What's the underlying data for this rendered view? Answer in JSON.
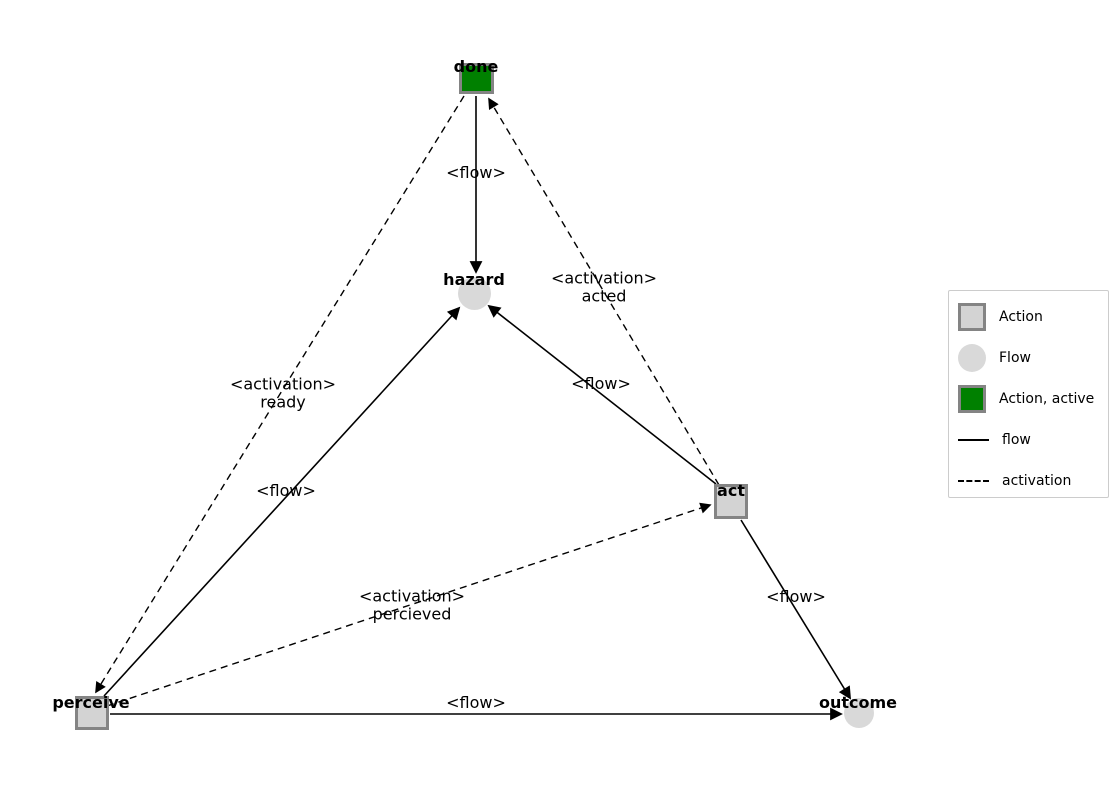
{
  "diagram": {
    "nodes": [
      {
        "id": "done",
        "label": "done",
        "kind": "Action, active",
        "shape": "square",
        "fill": "#008000"
      },
      {
        "id": "hazard",
        "label": "hazard",
        "kind": "Flow",
        "shape": "circle",
        "fill": "#d9d9d9"
      },
      {
        "id": "act",
        "label": "act",
        "kind": "Action",
        "shape": "square",
        "fill": "#d3d3d3"
      },
      {
        "id": "perceive",
        "label": "perceive",
        "kind": "Action",
        "shape": "square",
        "fill": "#d3d3d3"
      },
      {
        "id": "outcome",
        "label": "outcome",
        "kind": "Flow",
        "shape": "circle",
        "fill": "#d9d9d9"
      }
    ],
    "edges": [
      {
        "from": "done",
        "to": "hazard",
        "kind": "flow",
        "label": "<flow>"
      },
      {
        "from": "perceive",
        "to": "hazard",
        "kind": "flow",
        "label": "<flow>"
      },
      {
        "from": "act",
        "to": "hazard",
        "kind": "flow",
        "label": "<flow>"
      },
      {
        "from": "act",
        "to": "outcome",
        "kind": "flow",
        "label": "<flow>"
      },
      {
        "from": "perceive",
        "to": "outcome",
        "kind": "flow",
        "label": "<flow>"
      },
      {
        "from": "done",
        "to": "perceive",
        "kind": "activation",
        "label": "<activation>\nready"
      },
      {
        "from": "act",
        "to": "done",
        "kind": "activation",
        "label": "<activation>\nacted"
      },
      {
        "from": "perceive",
        "to": "act",
        "kind": "activation",
        "label": "<activation>\npercieved"
      }
    ]
  },
  "legend": {
    "items": [
      {
        "label": "Action",
        "swatch": "square-gray"
      },
      {
        "label": "Flow",
        "swatch": "circle-gray"
      },
      {
        "label": "Action, active",
        "swatch": "square-green"
      },
      {
        "label": "flow",
        "swatch": "solid-line"
      },
      {
        "label": "activation",
        "swatch": "dashed-line"
      }
    ]
  },
  "colors": {
    "background": "#ffffff",
    "action_fill": "#d3d3d3",
    "active_action_fill": "#008000",
    "flow_fill": "#d9d9d9",
    "node_border": "#848484",
    "edge": "#000000",
    "legend_border": "#cccccc"
  }
}
